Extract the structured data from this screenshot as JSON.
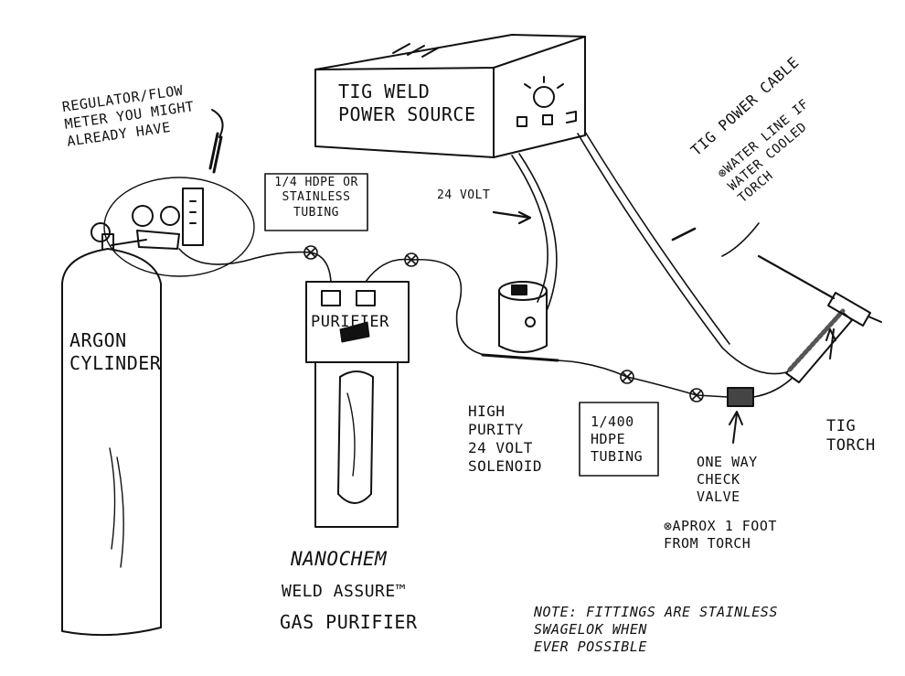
{
  "labels": {
    "regulator": "REGULATOR/FLOW\nMETER YOU MIGHT\nALREADY HAVE",
    "power_source": "TIG WELD\nPOWER SOURCE",
    "tubing_quarter": "1/4 HDPE OR\nSTAINLESS\nTUBING",
    "volt_24": "24 VOLT",
    "tig_power_cable": "TIG POWER CABLE",
    "water_line": "⊗WATER LINE IF\nWATER COOLED\nTORCH",
    "argon_cylinder": "ARGON\nCYLINDER",
    "purifier": "PURIFIER",
    "solenoid": "HIGH\nPURITY\n24 VOLT\nSOLENOID",
    "tubing_100": "1/400\nHDPE\nTUBING",
    "check_valve": "ONE WAY\nCHECK\nVALVE",
    "approx_foot": "⊗APROX 1 FOOT\nFROM TORCH",
    "tig_torch": "TIG\nTORCH",
    "nanochem": "NANOCHEM",
    "weld_assure": "WELD ASSURE™",
    "gas_purifier": "GAS PURIFIER",
    "note": "NOTE: FITTINGS ARE STAINLESS\nSWAGELOK WHEN\nEVER POSSIBLE"
  }
}
